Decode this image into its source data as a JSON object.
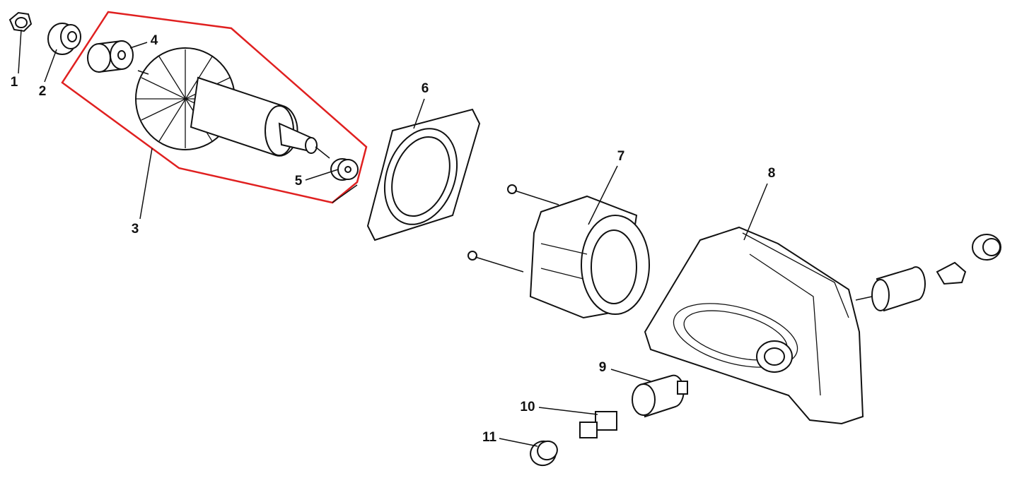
{
  "diagram": {
    "highlight_color": "#e02020",
    "parts": [
      {
        "number": "1"
      },
      {
        "number": "2"
      },
      {
        "number": "3"
      },
      {
        "number": "4"
      },
      {
        "number": "5"
      },
      {
        "number": "6"
      },
      {
        "number": "7"
      },
      {
        "number": "8"
      },
      {
        "number": "9"
      },
      {
        "number": "10"
      },
      {
        "number": "11"
      }
    ]
  }
}
